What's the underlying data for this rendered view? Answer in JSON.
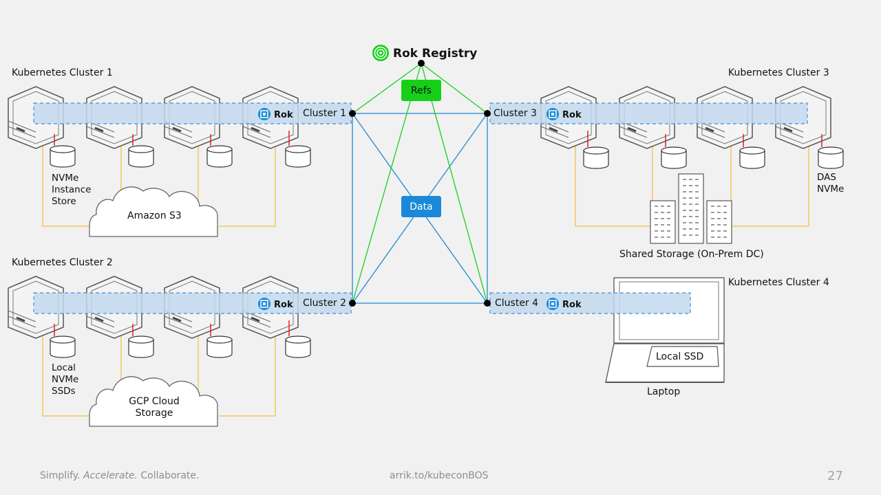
{
  "registry": {
    "title": "Rok Registry"
  },
  "hub": {
    "refs_label": "Refs",
    "data_label": "Data"
  },
  "rok_label": "Rok",
  "clusters": [
    {
      "heading": "Kubernetes Cluster 1",
      "label": "Cluster 1",
      "storage_label": "NVMe\nInstance\nStore",
      "cloud_label": "Amazon S3"
    },
    {
      "heading": "Kubernetes Cluster 2",
      "label": "Cluster 2",
      "storage_label": "Local\nNVMe\nSSDs",
      "cloud_label": "GCP Cloud\nStorage"
    },
    {
      "heading": "Kubernetes Cluster 3",
      "label": "Cluster 3",
      "storage_label": "DAS\nNVMe",
      "shared_label": "Shared Storage (On-Prem DC)"
    },
    {
      "heading": "Kubernetes Cluster 4",
      "label": "Cluster 4",
      "storage_label": "Local SSD",
      "device_label": "Laptop"
    }
  ],
  "footer": {
    "tagline": [
      "Simplify.",
      "Accelerate.",
      "Collaborate."
    ],
    "url": "arrik.to/kubeconBOS",
    "page": "27"
  },
  "colors": {
    "accent_green": "#16d018",
    "accent_blue": "#1a8ad8",
    "band": "#c2d9ef",
    "band_border": "#3f8fd2",
    "storage_line": "#f5c55a",
    "red_link": "#e02020"
  }
}
